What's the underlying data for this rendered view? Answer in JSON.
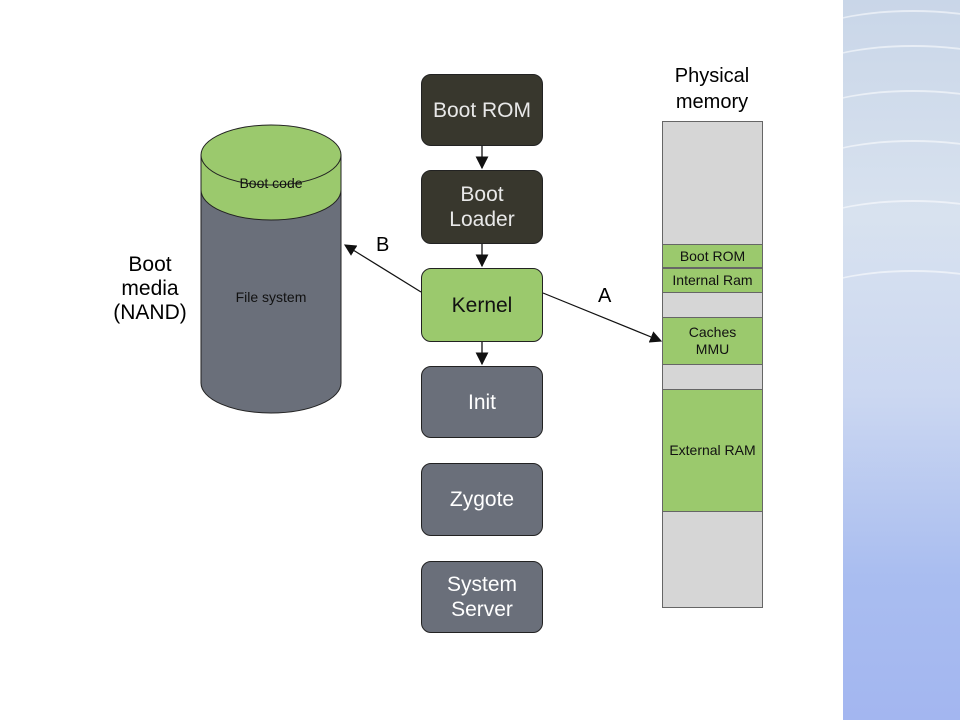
{
  "diagram": {
    "boot_media_label": "Boot\nmedia\n(NAND)",
    "storage": {
      "top_label": "Boot code",
      "body_label": "File system"
    },
    "boot_chain": [
      {
        "label": "Boot ROM",
        "style": "dark"
      },
      {
        "label": "Boot\nLoader",
        "style": "dark"
      },
      {
        "label": "Kernel",
        "style": "green"
      },
      {
        "label": "Init",
        "style": "grey"
      },
      {
        "label": "Zygote",
        "style": "grey"
      },
      {
        "label": "System\nServer",
        "style": "grey"
      }
    ],
    "arrow_labels": {
      "to_storage": "B",
      "to_memory": "A"
    },
    "physical_memory": {
      "title": "Physical\nmemory",
      "regions": [
        "Boot ROM",
        "Internal Ram",
        "Caches\nMMU",
        "External RAM"
      ]
    }
  },
  "colors": {
    "dark": "#38372d",
    "green": "#9bc96d",
    "grey": "#6a6f7a",
    "memory_bg": "#d6d6d6"
  }
}
